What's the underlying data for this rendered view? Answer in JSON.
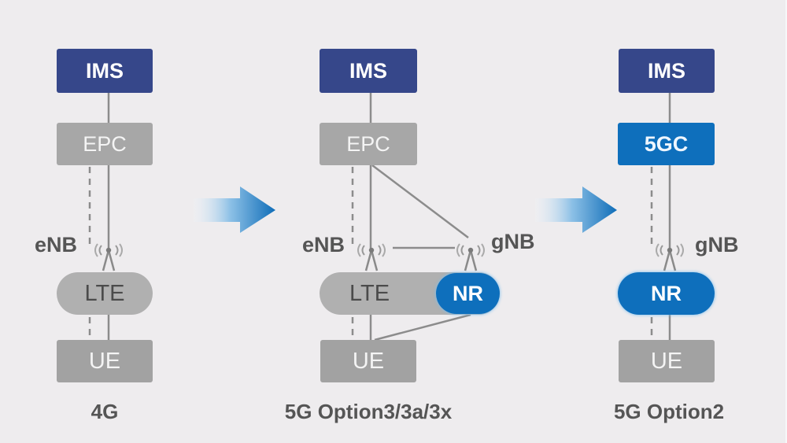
{
  "diagram": {
    "title": "4G to 5G network architecture migration",
    "colors": {
      "background": "#eeecee",
      "ims": "#36478a",
      "core_gray": "#a7a7a7",
      "core_5g": "#0e6fbc",
      "nr": "#0e6fbc",
      "lte": "#b0b0b0",
      "ue": "#a2a2a2",
      "arrow": "#1f7cc4"
    },
    "columns": [
      {
        "caption": "4G",
        "ims": "IMS",
        "core": "EPC",
        "base_stations": [
          {
            "label": "eNB",
            "type": "antenna-icon"
          }
        ],
        "radio": [
          "LTE"
        ],
        "ue": "UE"
      },
      {
        "caption": "5G Option3/3a/3x",
        "ims": "IMS",
        "core": "EPC",
        "base_stations": [
          {
            "label": "eNB",
            "type": "antenna-icon"
          },
          {
            "label": "gNB",
            "type": "antenna-icon"
          }
        ],
        "radio": [
          "LTE",
          "NR"
        ],
        "ue": "UE"
      },
      {
        "caption": "5G Option2",
        "ims": "IMS",
        "core": "5GC",
        "base_stations": [
          {
            "label": "gNB",
            "type": "antenna-icon"
          }
        ],
        "radio": [
          "NR"
        ],
        "ue": "UE"
      }
    ],
    "arrows": [
      {
        "from": "4G",
        "to": "5G Option3/3a/3x",
        "icon": "arrow-right-icon"
      },
      {
        "from": "5G Option3/3a/3x",
        "to": "5G Option2",
        "icon": "arrow-right-icon"
      }
    ]
  }
}
